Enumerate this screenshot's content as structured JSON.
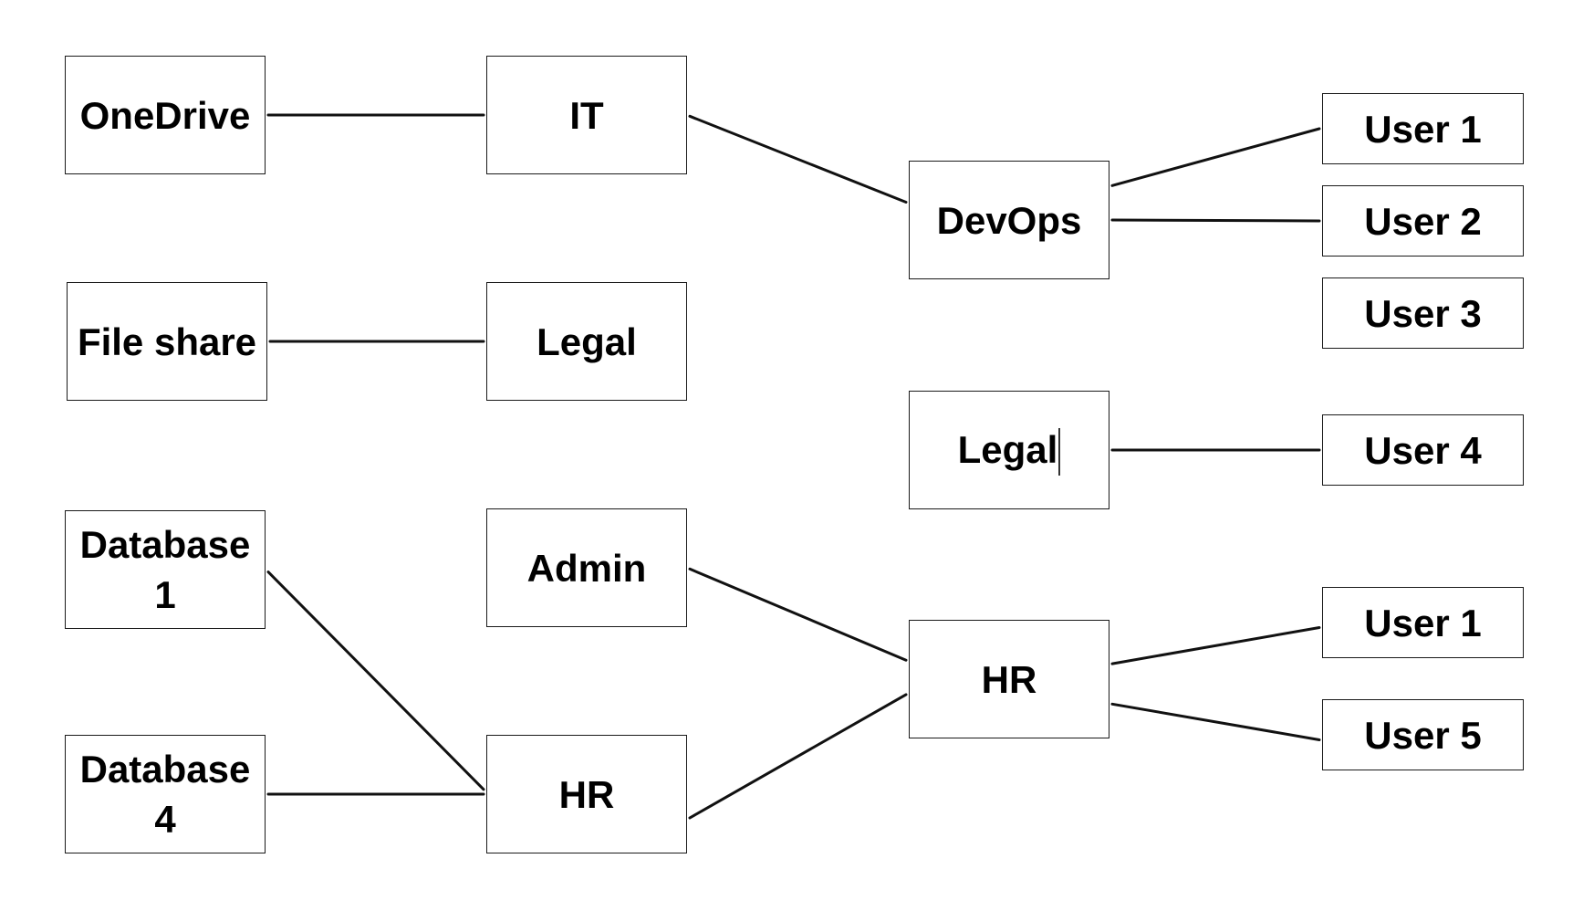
{
  "nodes": {
    "onedrive": "OneDrive",
    "fileshare": "File share",
    "database1": "Database 1",
    "database4": "Database 4",
    "it": "IT",
    "legal_left": "Legal",
    "admin": "Admin",
    "hr_left": "HR",
    "devops": "DevOps",
    "legal_right": "Legal",
    "hr_right": "HR",
    "user1_top": "User 1",
    "user2": "User 2",
    "user3": "User 3",
    "user4": "User 4",
    "user1_bottom": "User 1",
    "user5": "User 5"
  },
  "edges": [
    [
      "onedrive",
      "it"
    ],
    [
      "fileshare",
      "legal_left"
    ],
    [
      "database1",
      "hr_left"
    ],
    [
      "database4",
      "hr_left"
    ],
    [
      "it",
      "devops"
    ],
    [
      "admin",
      "hr_right"
    ],
    [
      "hr_left",
      "hr_right"
    ],
    [
      "devops",
      "user1_top"
    ],
    [
      "devops",
      "user2"
    ],
    [
      "legal_right",
      "user4"
    ],
    [
      "hr_right",
      "user1_bottom"
    ],
    [
      "hr_right",
      "user5"
    ]
  ],
  "colors": {
    "stroke": "#111111",
    "background": "#ffffff",
    "text": "#000000"
  }
}
